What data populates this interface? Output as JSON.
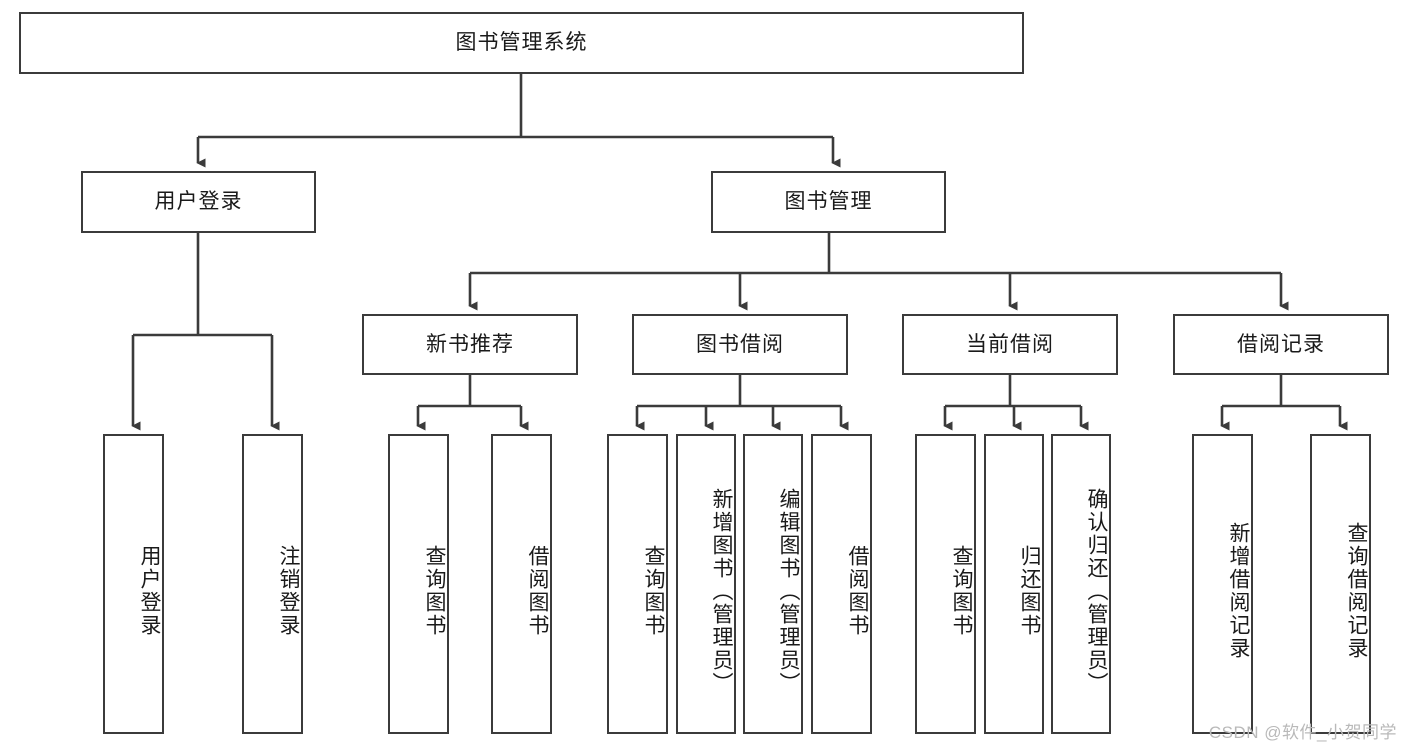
{
  "diagram": {
    "type": "tree-hierarchy",
    "title": "图书管理系统",
    "watermark": "CSDN @软件_小贺同学",
    "colors": {
      "box_border": "#3b3b3b",
      "box_fill": "#ffffff",
      "connector": "#3b3b3b",
      "text": "#1a1a1a",
      "watermark": "#b9b9b9",
      "background": "#ffffff"
    },
    "levels": {
      "level1": [
        {
          "id": "root",
          "label": "图书管理系统",
          "orientation": "horizontal"
        }
      ],
      "level2": [
        {
          "id": "user-login",
          "label": "用户登录",
          "orientation": "horizontal",
          "parent": "root"
        },
        {
          "id": "book-manage",
          "label": "图书管理",
          "orientation": "horizontal",
          "parent": "root"
        }
      ],
      "level3": [
        {
          "id": "new-book-rec",
          "label": "新书推荐",
          "orientation": "horizontal",
          "parent": "book-manage"
        },
        {
          "id": "book-borrow",
          "label": "图书借阅",
          "orientation": "horizontal",
          "parent": "book-manage"
        },
        {
          "id": "current-borrow",
          "label": "当前借阅",
          "orientation": "horizontal",
          "parent": "book-manage"
        },
        {
          "id": "borrow-record",
          "label": "借阅记录",
          "orientation": "horizontal",
          "parent": "book-manage"
        }
      ],
      "leaves": [
        {
          "id": "leaf-user-login",
          "label": "用户登录",
          "orientation": "vertical",
          "parent": "user-login"
        },
        {
          "id": "leaf-user-logout",
          "label": "注销登录",
          "orientation": "vertical",
          "parent": "user-login"
        },
        {
          "id": "leaf-rec-query",
          "label": "查询图书",
          "orientation": "vertical",
          "parent": "new-book-rec"
        },
        {
          "id": "leaf-rec-borrow",
          "label": "借阅图书",
          "orientation": "vertical",
          "parent": "new-book-rec"
        },
        {
          "id": "leaf-bb-query",
          "label": "查询图书",
          "orientation": "vertical",
          "parent": "book-borrow"
        },
        {
          "id": "leaf-bb-add",
          "label": "新增图书（管理员）",
          "orientation": "vertical",
          "parent": "book-borrow"
        },
        {
          "id": "leaf-bb-edit",
          "label": "编辑图书（管理员）",
          "orientation": "vertical",
          "parent": "book-borrow"
        },
        {
          "id": "leaf-bb-borrow",
          "label": "借阅图书",
          "orientation": "vertical",
          "parent": "book-borrow"
        },
        {
          "id": "leaf-cb-query",
          "label": "查询图书",
          "orientation": "vertical",
          "parent": "current-borrow"
        },
        {
          "id": "leaf-cb-return",
          "label": "归还图书",
          "orientation": "vertical",
          "parent": "current-borrow"
        },
        {
          "id": "leaf-cb-confirm",
          "label": "确认归还（管理员）",
          "orientation": "vertical",
          "parent": "current-borrow"
        },
        {
          "id": "leaf-br-add",
          "label": "新增借阅记录",
          "orientation": "vertical",
          "parent": "borrow-record"
        },
        {
          "id": "leaf-br-query",
          "label": "查询借阅记录",
          "orientation": "vertical",
          "parent": "borrow-record"
        }
      ]
    }
  }
}
